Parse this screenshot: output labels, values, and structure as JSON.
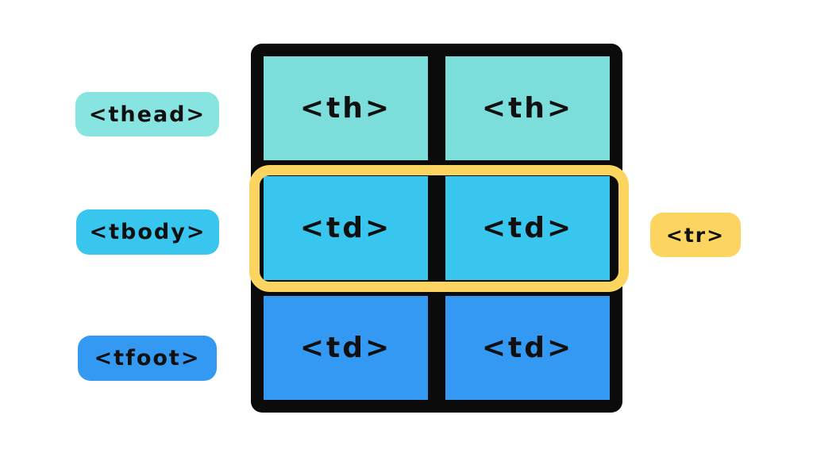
{
  "diagram": {
    "subject": "html-table-structure",
    "labels": {
      "thead": "<thead>",
      "tbody": "<tbody>",
      "tfoot": "<tfoot>",
      "tr": "<tr>"
    },
    "table": {
      "columns": 2,
      "rows": [
        {
          "section": "thead",
          "cells": [
            "<th>",
            "<th>"
          ],
          "highlighted": false
        },
        {
          "section": "tbody",
          "cells": [
            "<td>",
            "<td>"
          ],
          "highlighted": true
        },
        {
          "section": "tfoot",
          "cells": [
            "<td>",
            "<td>"
          ],
          "highlighted": false
        }
      ],
      "highlight_meaning": "tr"
    },
    "colors": {
      "thead_teal": "#7CDEDB",
      "tbody_cyan": "#38C5EE",
      "tfoot_blue": "#3399F2",
      "tr_yellow": "#FBD55F",
      "grid_black": "#0B0B0B",
      "background": "#FFFFFF",
      "text": "#101010"
    }
  }
}
